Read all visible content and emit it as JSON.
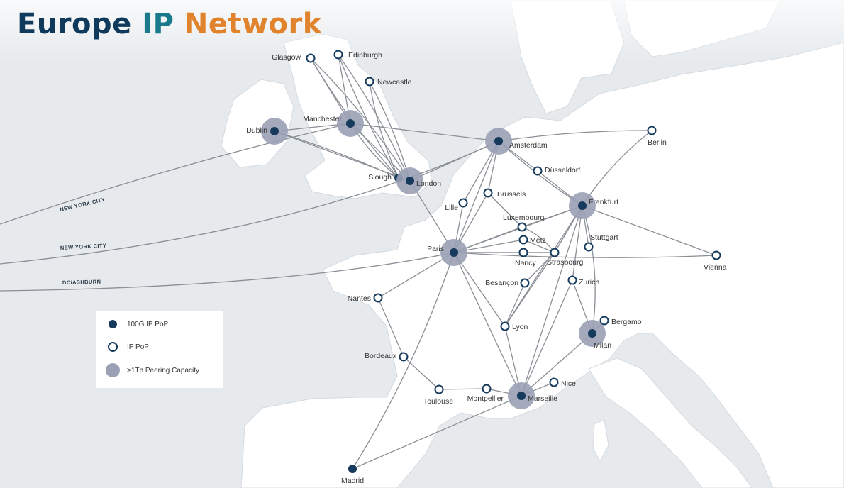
{
  "title": {
    "part1": "Europe",
    "part2": "IP",
    "part3": "Network"
  },
  "legend": {
    "items": [
      {
        "label": "100G IP PoP",
        "icon": "filled-dot-icon"
      },
      {
        "label": "IP PoP",
        "icon": "hollow-dot-icon"
      },
      {
        "label": ">1Tb Peering Capacity",
        "icon": "peering-circle-icon"
      }
    ]
  },
  "colors": {
    "land": "#ffffff",
    "sea": "#e6eaed",
    "node": "#163a5c",
    "peering": "#9aa1b5",
    "link": "#8a8f96",
    "title_dark": "#0f3a5c",
    "title_teal": "#1a7a8c",
    "title_orange": "#e0832c"
  },
  "routes": [
    {
      "label": "NEW YORK CITY",
      "id": "nyc1"
    },
    {
      "label": "NEW YORK CITY",
      "id": "nyc2"
    },
    {
      "label": "DC/ASHBURN",
      "id": "dc"
    }
  ],
  "nodes": [
    {
      "name": "Glasgow",
      "type": "ip"
    },
    {
      "name": "Edinburgh",
      "type": "ip"
    },
    {
      "name": "Newcastle",
      "type": "ip"
    },
    {
      "name": "Manchester",
      "type": "100g",
      "peering": true
    },
    {
      "name": "Dublin",
      "type": "100g",
      "peering": true
    },
    {
      "name": "Slough",
      "type": "100g"
    },
    {
      "name": "London",
      "type": "100g",
      "peering": true
    },
    {
      "name": "Amsterdam",
      "type": "100g",
      "peering": true
    },
    {
      "name": "Berlin",
      "type": "ip"
    },
    {
      "name": "Düsseldorf",
      "type": "ip"
    },
    {
      "name": "Brussels",
      "type": "ip"
    },
    {
      "name": "Lille",
      "type": "ip"
    },
    {
      "name": "Frankfurt",
      "type": "100g",
      "peering": true
    },
    {
      "name": "Luxembourg",
      "type": "ip"
    },
    {
      "name": "Metz",
      "type": "ip"
    },
    {
      "name": "Stuttgart",
      "type": "ip"
    },
    {
      "name": "Paris",
      "type": "100g",
      "peering": true
    },
    {
      "name": "Nancy",
      "type": "ip"
    },
    {
      "name": "Strasbourg",
      "type": "ip"
    },
    {
      "name": "Vienna",
      "type": "ip"
    },
    {
      "name": "Besançon",
      "type": "ip"
    },
    {
      "name": "Zurich",
      "type": "ip"
    },
    {
      "name": "Nantes",
      "type": "ip"
    },
    {
      "name": "Lyon",
      "type": "ip"
    },
    {
      "name": "Bergamo",
      "type": "ip"
    },
    {
      "name": "Milan",
      "type": "100g",
      "peering": true
    },
    {
      "name": "Bordeaux",
      "type": "ip"
    },
    {
      "name": "Nice",
      "type": "ip"
    },
    {
      "name": "Toulouse",
      "type": "ip"
    },
    {
      "name": "Montpellier",
      "type": "ip"
    },
    {
      "name": "Marseille",
      "type": "100g",
      "peering": true
    },
    {
      "name": "Madrid",
      "type": "100g"
    }
  ]
}
